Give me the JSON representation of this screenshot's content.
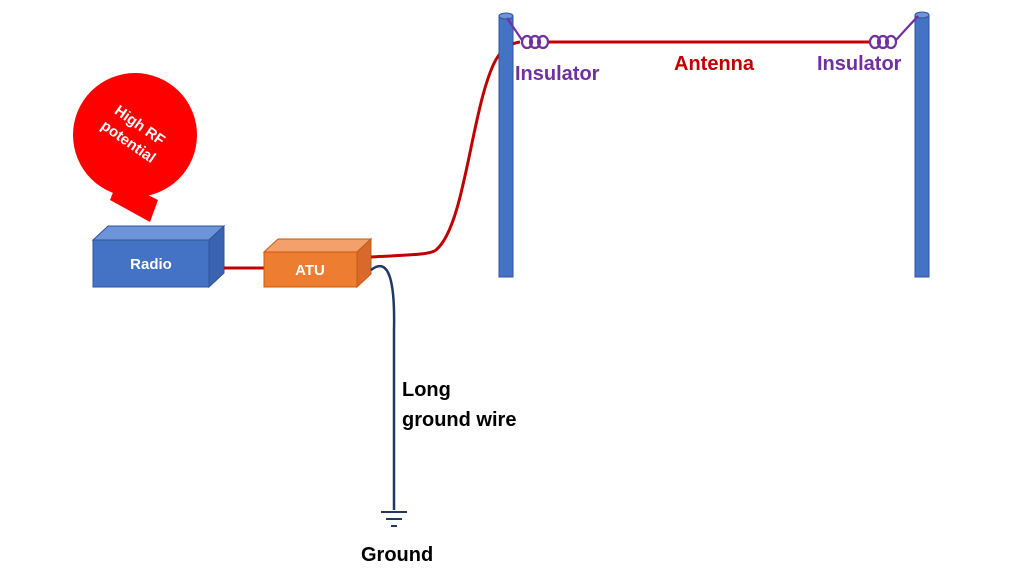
{
  "labels": {
    "antenna": "Antenna",
    "insulator_left": "Insulator",
    "insulator_right": "Insulator",
    "radio": "Radio",
    "atu": "ATU",
    "ground_wire_line1": "Long",
    "ground_wire_line2": "ground wire",
    "ground": "Ground",
    "callout_line1": "High RF",
    "callout_line2": "potential"
  },
  "colors": {
    "antenna_wire": "#c00000",
    "ground_wire": "#1f3864",
    "insulator": "#7030a0",
    "pole": "#4472c4",
    "radio_box": "#4472c4",
    "atu_box": "#ed7d31",
    "callout": "#ff0000",
    "antenna_label": "#c00000",
    "insulator_label": "#7030a0",
    "text_dark": "#000000"
  }
}
